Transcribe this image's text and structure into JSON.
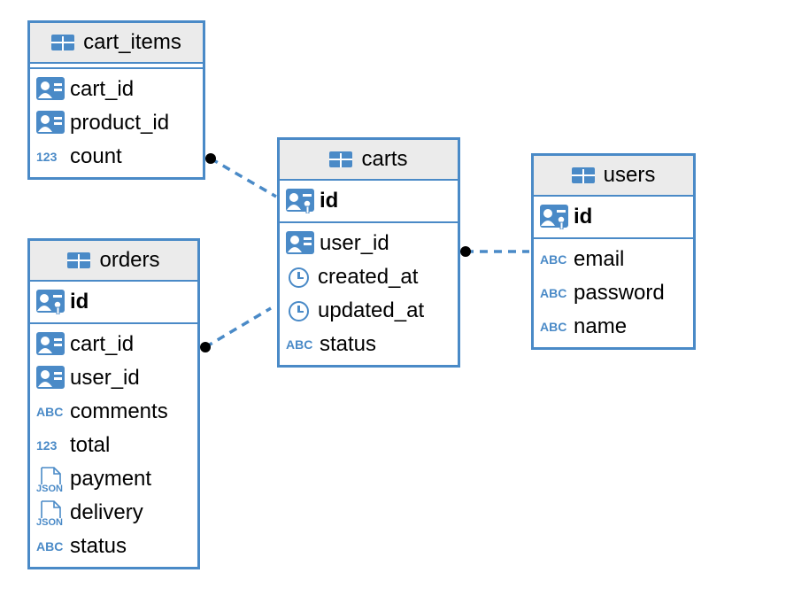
{
  "entities": {
    "cart_items": {
      "title": "cart_items",
      "pk": [],
      "columns": [
        {
          "name": "cart_id",
          "type_icon": "id-card-icon"
        },
        {
          "name": "product_id",
          "type_icon": "id-card-icon"
        },
        {
          "name": "count",
          "type_icon": "number-123-icon",
          "icon_text": "123"
        }
      ]
    },
    "carts": {
      "title": "carts",
      "pk": [
        {
          "name": "id",
          "type_icon": "primary-key-icon"
        }
      ],
      "columns": [
        {
          "name": "user_id",
          "type_icon": "id-card-icon"
        },
        {
          "name": "created_at",
          "type_icon": "clock-icon"
        },
        {
          "name": "updated_at",
          "type_icon": "clock-icon"
        },
        {
          "name": "status",
          "type_icon": "text-abc-icon",
          "icon_text": "ABC"
        }
      ]
    },
    "users": {
      "title": "users",
      "pk": [
        {
          "name": "id",
          "type_icon": "primary-key-icon"
        }
      ],
      "columns": [
        {
          "name": "email",
          "type_icon": "text-abc-icon",
          "icon_text": "ABC"
        },
        {
          "name": "password",
          "type_icon": "text-abc-icon",
          "icon_text": "ABC"
        },
        {
          "name": "name",
          "type_icon": "text-abc-icon",
          "icon_text": "ABC"
        }
      ]
    },
    "orders": {
      "title": "orders",
      "pk": [
        {
          "name": "id",
          "type_icon": "primary-key-icon"
        }
      ],
      "columns": [
        {
          "name": "cart_id",
          "type_icon": "id-card-icon"
        },
        {
          "name": "user_id",
          "type_icon": "id-card-icon"
        },
        {
          "name": "comments",
          "type_icon": "text-abc-icon",
          "icon_text": "ABC"
        },
        {
          "name": "total",
          "type_icon": "number-123-icon",
          "icon_text": "123"
        },
        {
          "name": "payment",
          "type_icon": "json-file-icon",
          "icon_text": "JSON"
        },
        {
          "name": "delivery",
          "type_icon": "json-file-icon",
          "icon_text": "JSON"
        },
        {
          "name": "status",
          "type_icon": "text-abc-icon",
          "icon_text": "ABC"
        }
      ]
    }
  },
  "relationships": [
    {
      "from": "cart_items",
      "to": "carts"
    },
    {
      "from": "orders",
      "to": "carts"
    },
    {
      "from": "carts",
      "to": "users"
    }
  ],
  "colors": {
    "border": "#4a8ac7",
    "header_bg": "#ebebeb",
    "link": "#4a8ac7"
  }
}
